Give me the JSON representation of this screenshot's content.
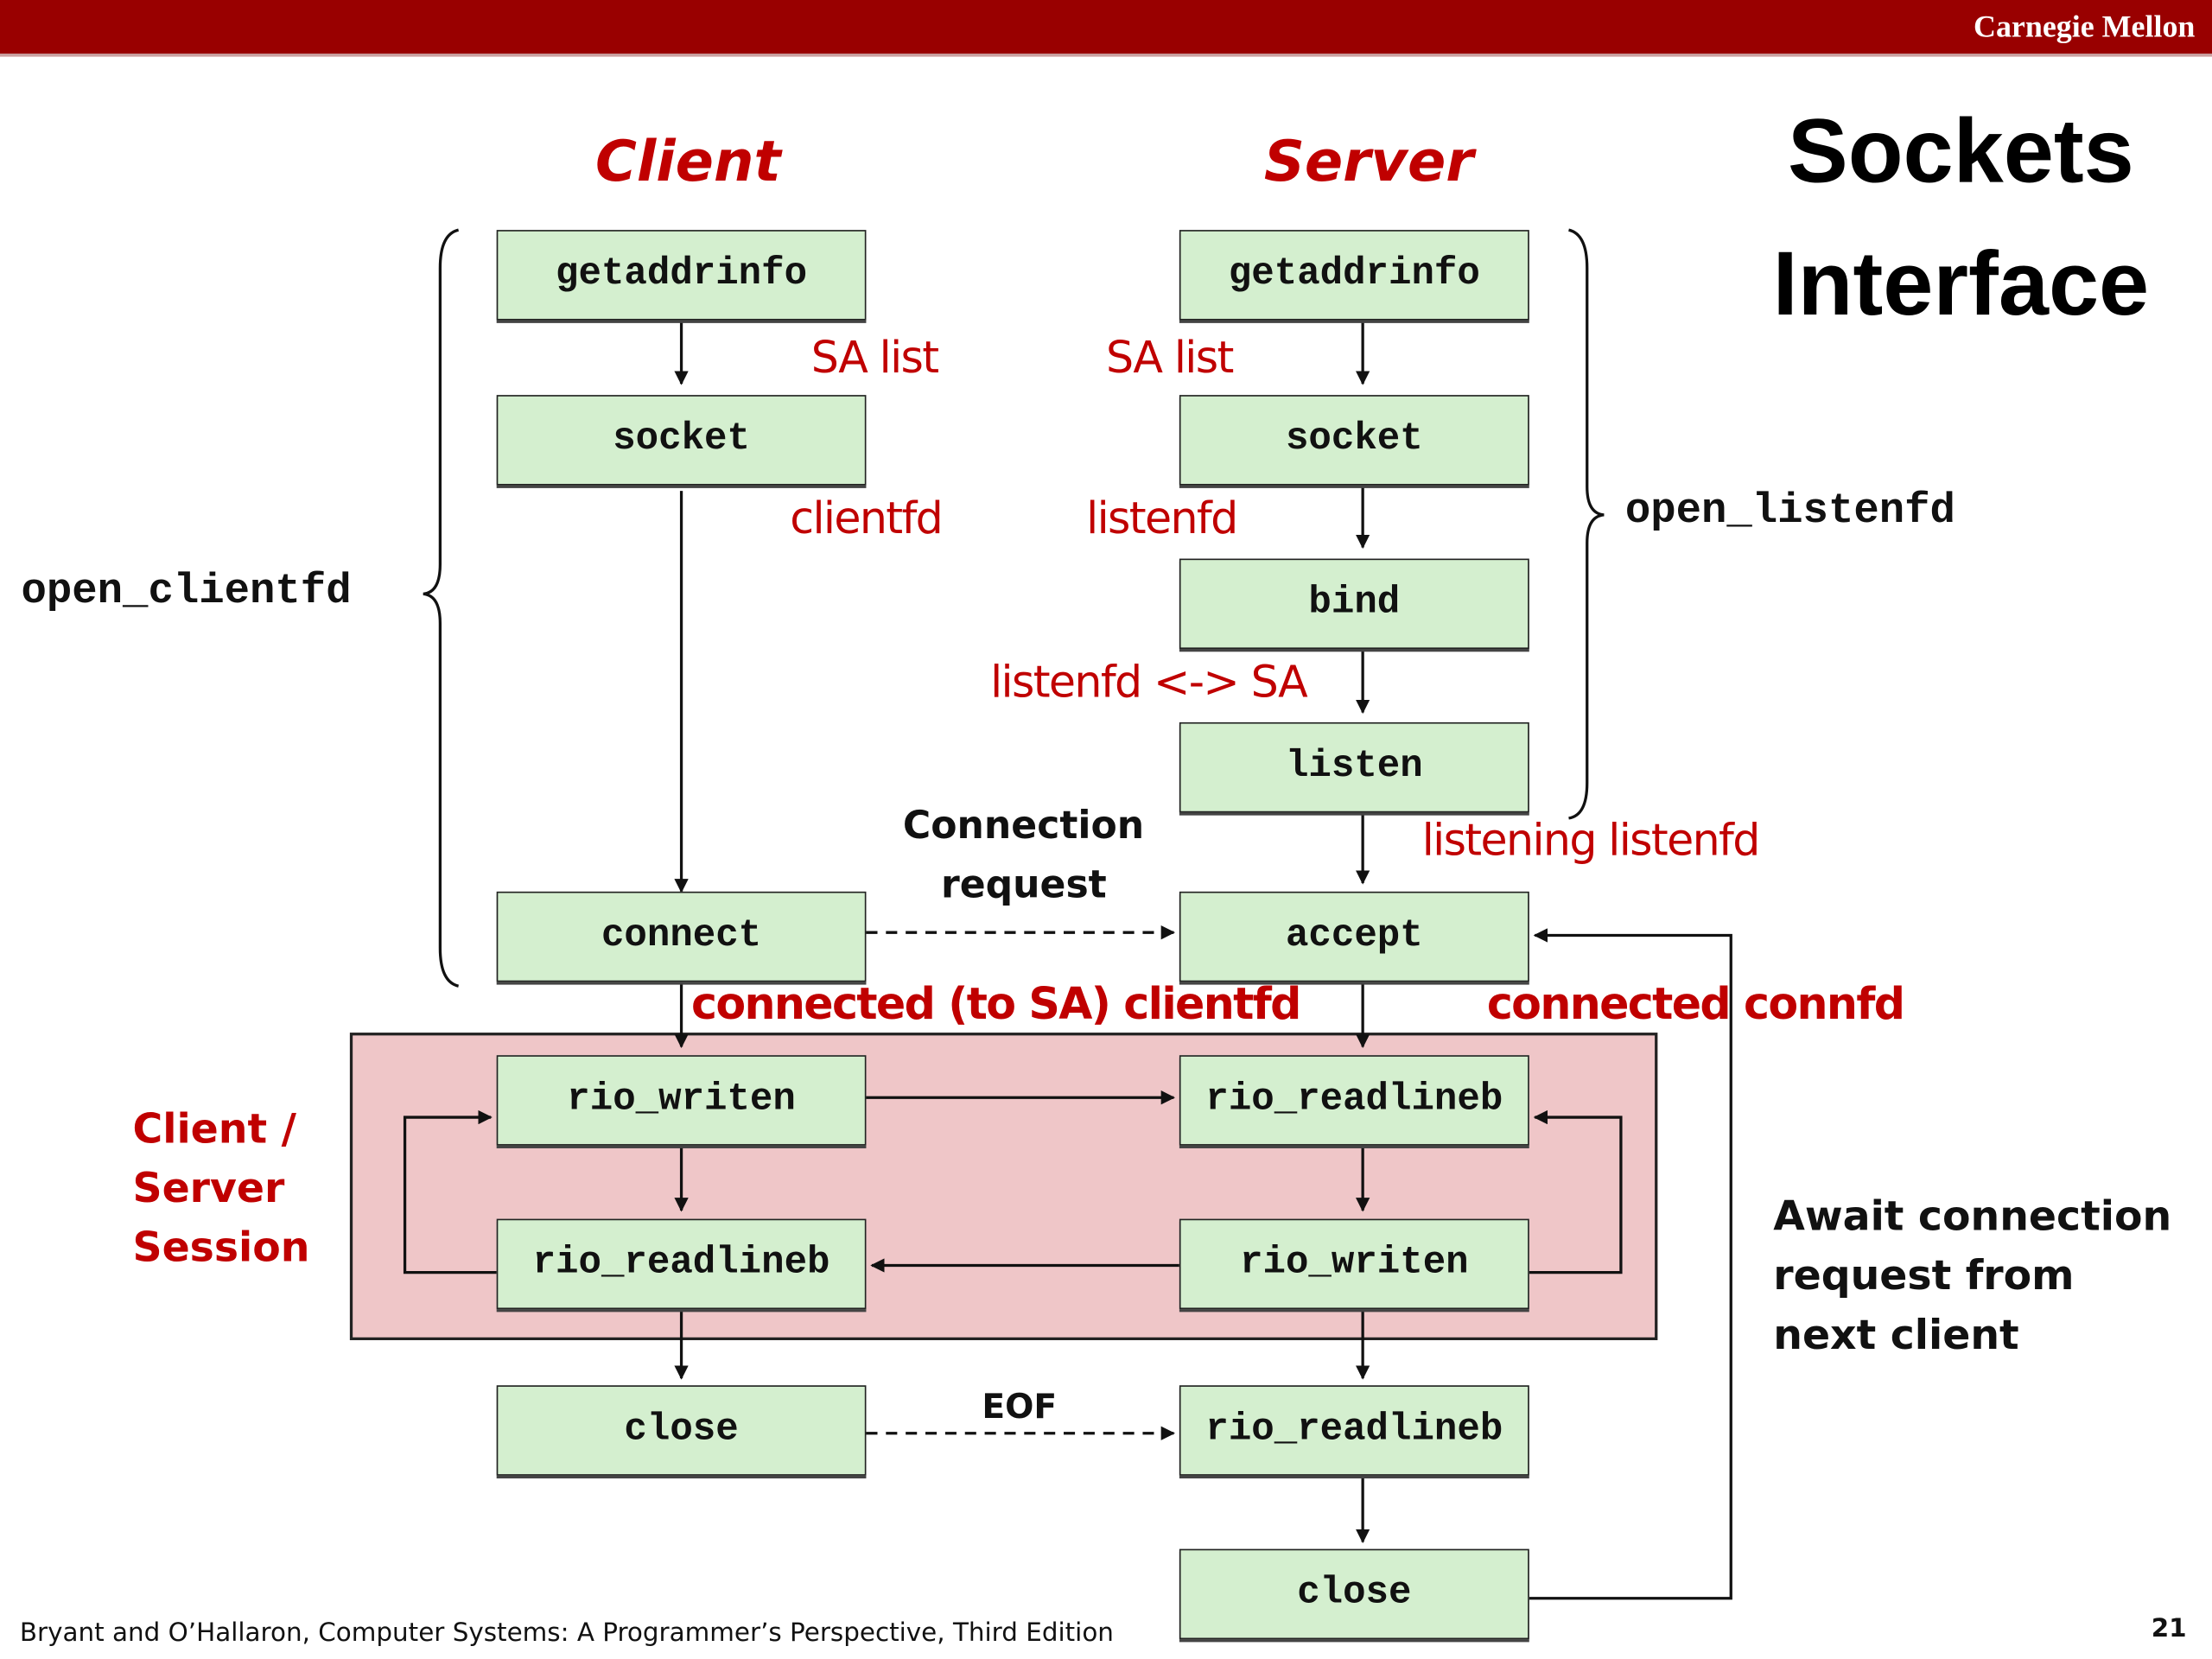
{
  "header": {
    "brand": "Carnegie Mellon",
    "bar_color": "#990000"
  },
  "slide": {
    "title_line1": "Sockets",
    "title_line2": "Interface",
    "page_number": "21",
    "footer": "Bryant and O’Hallaron, Computer Systems: A Programmer’s Perspective, Third Edition"
  },
  "columns": {
    "client": "Client",
    "server": "Server"
  },
  "client_boxes": {
    "getaddrinfo": "getaddrinfo",
    "socket": "socket",
    "connect": "connect",
    "rio_writen": "rio_writen",
    "rio_readlineb": "rio_readlineb",
    "close": "close"
  },
  "server_boxes": {
    "getaddrinfo": "getaddrinfo",
    "socket": "socket",
    "bind": "bind",
    "listen": "listen",
    "accept": "accept",
    "rio_readlineb": "rio_readlineb",
    "rio_writen": "rio_writen",
    "rio_readlineb_eof": "rio_readlineb",
    "close": "close"
  },
  "labels": {
    "client_sa_list": "SA list",
    "server_sa_list": "SA list",
    "clientfd": "clientfd",
    "listenfd": "listenfd",
    "listenfd_sa": "listenfd <-> SA",
    "listening_listenfd": "listening listenfd",
    "connected_clientfd": "connected (to SA) clientfd",
    "connected_connfd": "connected connfd",
    "connection_request_1": "Connection",
    "connection_request_2": "request",
    "eof": "EOF",
    "open_clientfd": "open_clientfd",
    "open_listenfd": "open_listenfd",
    "session_1": "Client /",
    "session_2": "Server",
    "session_3": "Session",
    "await_1": "Await connection",
    "await_2": "request from",
    "await_3": "next client"
  },
  "colors": {
    "accent_red": "#c00000",
    "box_fill": "#d4efcf",
    "session_fill": "#efc6c8"
  }
}
